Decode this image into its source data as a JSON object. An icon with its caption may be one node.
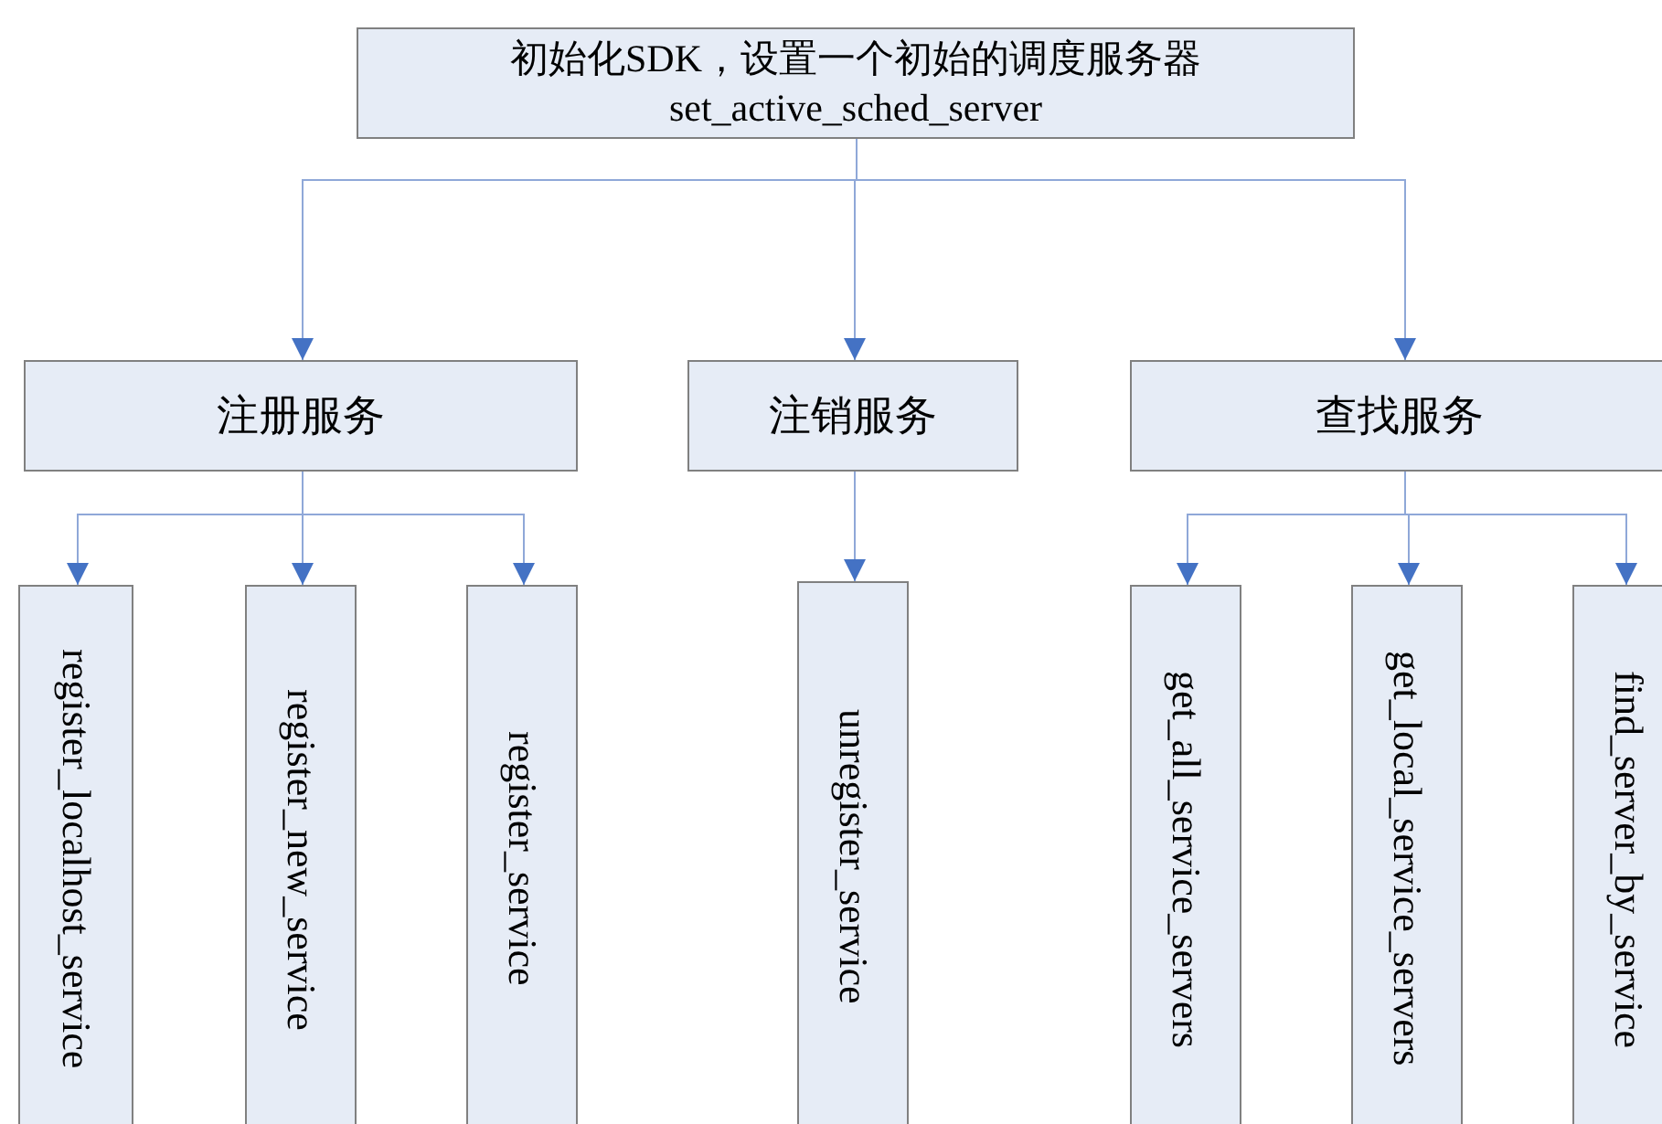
{
  "diagram": {
    "nodes": [
      {
        "text": [
          "初始化SDK，设置一个初始的调度服务器 set_active_sched_server"
        ]
      },
      {
        "text": [
          "注册服务"
        ]
      },
      {
        "text": [
          "注销服务"
        ]
      },
      {
        "text": [
          "查找服务"
        ]
      },
      {
        "text": [
          "register_localhost_service"
        ]
      },
      {
        "text": [
          "register_new_service"
        ]
      },
      {
        "text": [
          "register_service"
        ]
      },
      {
        "text": [
          "unregister_service"
        ]
      },
      {
        "text": [
          "get_all_service_servers"
        ]
      },
      {
        "text": [
          "get_local_service_servers"
        ]
      },
      {
        "text": [
          "find_server_by_service"
        ]
      }
    ],
    "edges": [
      {
        "from": 0,
        "to": 1,
        "arrow": "to"
      },
      {
        "from": 0,
        "to": 2,
        "arrow": "to"
      },
      {
        "from": 0,
        "to": 3,
        "arrow": "to"
      },
      {
        "from": 1,
        "to": 4,
        "arrow": "to"
      },
      {
        "from": 1,
        "to": 5,
        "arrow": "to"
      },
      {
        "from": 1,
        "to": 6,
        "arrow": "to"
      },
      {
        "from": 2,
        "to": 7,
        "arrow": "to"
      },
      {
        "from": 3,
        "to": 8,
        "arrow": "to"
      },
      {
        "from": 3,
        "to": 9,
        "arrow": "to"
      },
      {
        "from": 3,
        "to": 10,
        "arrow": "to"
      }
    ]
  }
}
